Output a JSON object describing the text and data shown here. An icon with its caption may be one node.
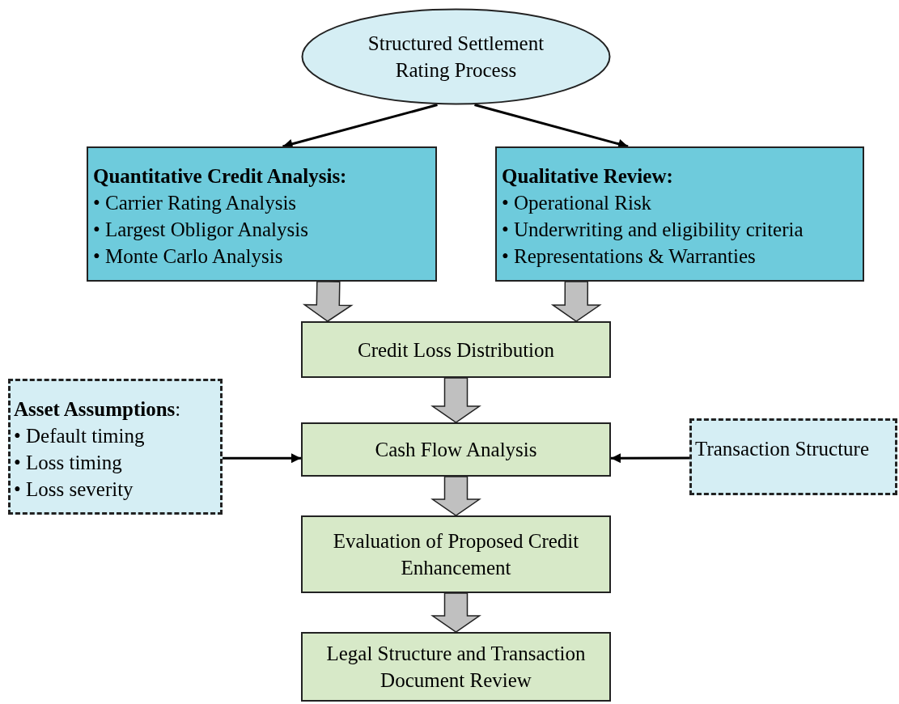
{
  "diagram": {
    "nodes": [
      {
        "text": [
          "Structured Settlement Rating Process"
        ]
      },
      {
        "text": [
          "Quantitative Credit Analysis:",
          "• Carrier Rating Analysis",
          "• Largest Obligor Analysis",
          "• Monte Carlo Analysis"
        ]
      },
      {
        "text": [
          "Qualitative Review:",
          "• Operational Risk",
          "• Underwriting and eligibility criteria",
          "• Representations & Warranties"
        ]
      },
      {
        "text": [
          "Credit Loss Distribution"
        ]
      },
      {
        "text": [
          "Cash Flow Analysis"
        ]
      },
      {
        "text": [
          "Evaluation of Proposed Credit Enhancement"
        ]
      },
      {
        "text": [
          "Legal Structure and Transaction Document Review"
        ]
      },
      {
        "text": [
          "**Asset Assumptions**:",
          "• Default timing",
          "• Loss timing",
          "• Loss severity"
        ]
      },
      {
        "text": [
          "Transaction Structure"
        ]
      }
    ],
    "edges": [
      {
        "from": 0,
        "to": 1,
        "arrow": "to"
      },
      {
        "from": 0,
        "to": 2,
        "arrow": "to"
      },
      {
        "from": 1,
        "to": 3,
        "arrow": "to",
        "style": "thick",
        "color": "#c0c0c0"
      },
      {
        "from": 2,
        "to": 3,
        "arrow": "to",
        "style": "thick",
        "color": "#c0c0c0"
      },
      {
        "from": 3,
        "to": 4,
        "arrow": "to",
        "style": "thick",
        "color": "#c0c0c0"
      },
      {
        "from": 4,
        "to": 5,
        "arrow": "to",
        "style": "thick",
        "color": "#c0c0c0"
      },
      {
        "from": 5,
        "to": 6,
        "arrow": "to",
        "style": "thick",
        "color": "#c0c0c0"
      },
      {
        "from": 7,
        "to": 4,
        "arrow": "to"
      },
      {
        "from": 8,
        "to": 4,
        "arrow": "to"
      }
    ]
  }
}
